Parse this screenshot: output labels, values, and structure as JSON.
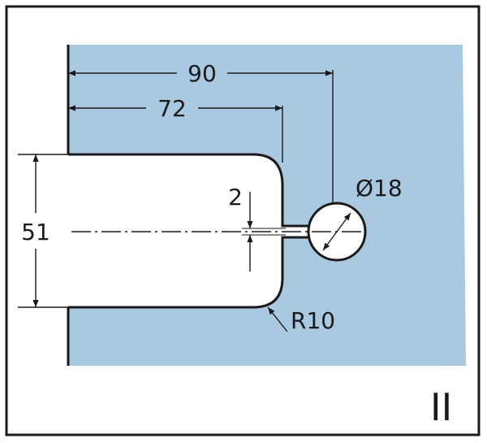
{
  "dimensions": {
    "overall_to_hole": "90",
    "cutout_depth": "72",
    "cutout_height": "51",
    "slot_width": "2",
    "hole_diameter": "Ø18",
    "corner_radius": "R10"
  },
  "variant_label": "II",
  "colors": {
    "glass": "#a9c9e0",
    "line": "#1a1a1a",
    "frame": "#1a1a1a",
    "background": "#ffffff"
  }
}
